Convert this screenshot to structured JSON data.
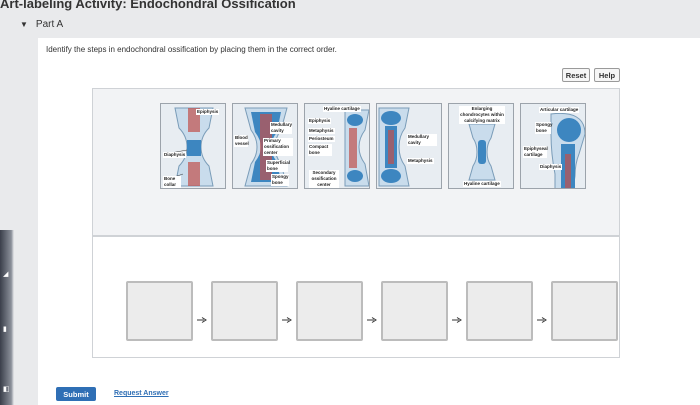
{
  "page": {
    "title": "Art-labeling Activity: Endochondral Ossification"
  },
  "part": {
    "label": "Part A"
  },
  "question": {
    "text": "Identify the steps in endochondral ossification by placing them in the correct order."
  },
  "buttons": {
    "reset": "Reset",
    "help": "Help",
    "submit": "Submit",
    "request_answer": "Request Answer"
  },
  "tiles": [
    {
      "labels": [
        "Epiphysis",
        "Diaphysis",
        "Bone collar"
      ]
    },
    {
      "labels": [
        "Medullary cavity",
        "Blood vessel",
        "Primary ossification center",
        "Superficial bone",
        "Spongy bone"
      ]
    },
    {
      "labels": [
        "Hyaline cartilage",
        "Epiphysis",
        "Metaphysis",
        "Periosteum",
        "Compact bone",
        "Secondary ossification center"
      ]
    },
    {
      "labels": [
        "Medullary cavity",
        "Metaphysis"
      ]
    },
    {
      "labels": [
        "Enlarging chondrocytes within calcifying matrix",
        "Hyaline cartilage"
      ]
    },
    {
      "labels": [
        "Articular cartilage",
        "Spongy bone",
        "Epiphyseal cartilage",
        "Diaphysis"
      ]
    }
  ],
  "drop_zones": 6,
  "colors": {
    "bone_blue": "#3d86c0",
    "cartilage": "#c9dcec",
    "marrow_red": "#c0504d",
    "submit": "#2f6fb5"
  },
  "icons": {
    "caret": "caret-down-icon",
    "arrow": "arrow-right-icon"
  }
}
